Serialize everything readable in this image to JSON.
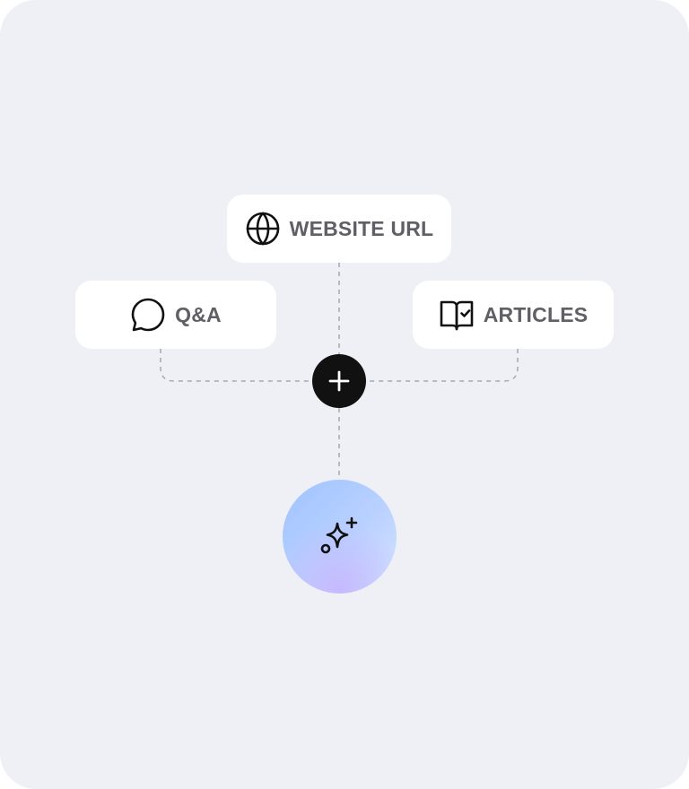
{
  "sources": {
    "website_url": {
      "label": "WEBSITE URL",
      "icon": "globe-icon"
    },
    "qa": {
      "label": "Q&A",
      "icon": "chat-bubble-icon"
    },
    "articles": {
      "label": "ARTICLES",
      "icon": "book-check-icon"
    }
  },
  "hub": {
    "icon": "plus-icon"
  },
  "output": {
    "icon": "sparkles-icon"
  },
  "colors": {
    "background": "#eef0f5",
    "pill": "#ffffff",
    "label_text": "#5f6066",
    "hub": "#111111",
    "connector": "#a7a8ad",
    "orb_gradient": [
      "#9ec3ff",
      "#d6e3ff",
      "#c5b9ff"
    ]
  }
}
